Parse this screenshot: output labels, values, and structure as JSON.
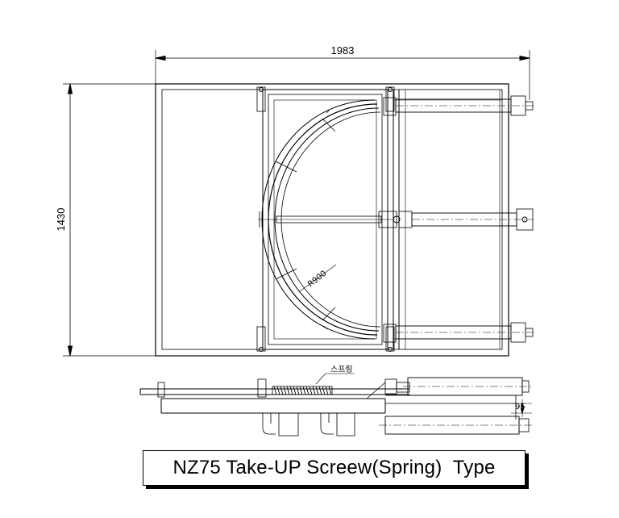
{
  "drawing": {
    "dimensions": {
      "overall_width": "1983",
      "overall_height": "1430",
      "radius": "R900",
      "offset": "95"
    },
    "annotations": {
      "spring_label": "스프링"
    },
    "title": "NZ75 Take-UP Screew(Spring)  Type"
  }
}
